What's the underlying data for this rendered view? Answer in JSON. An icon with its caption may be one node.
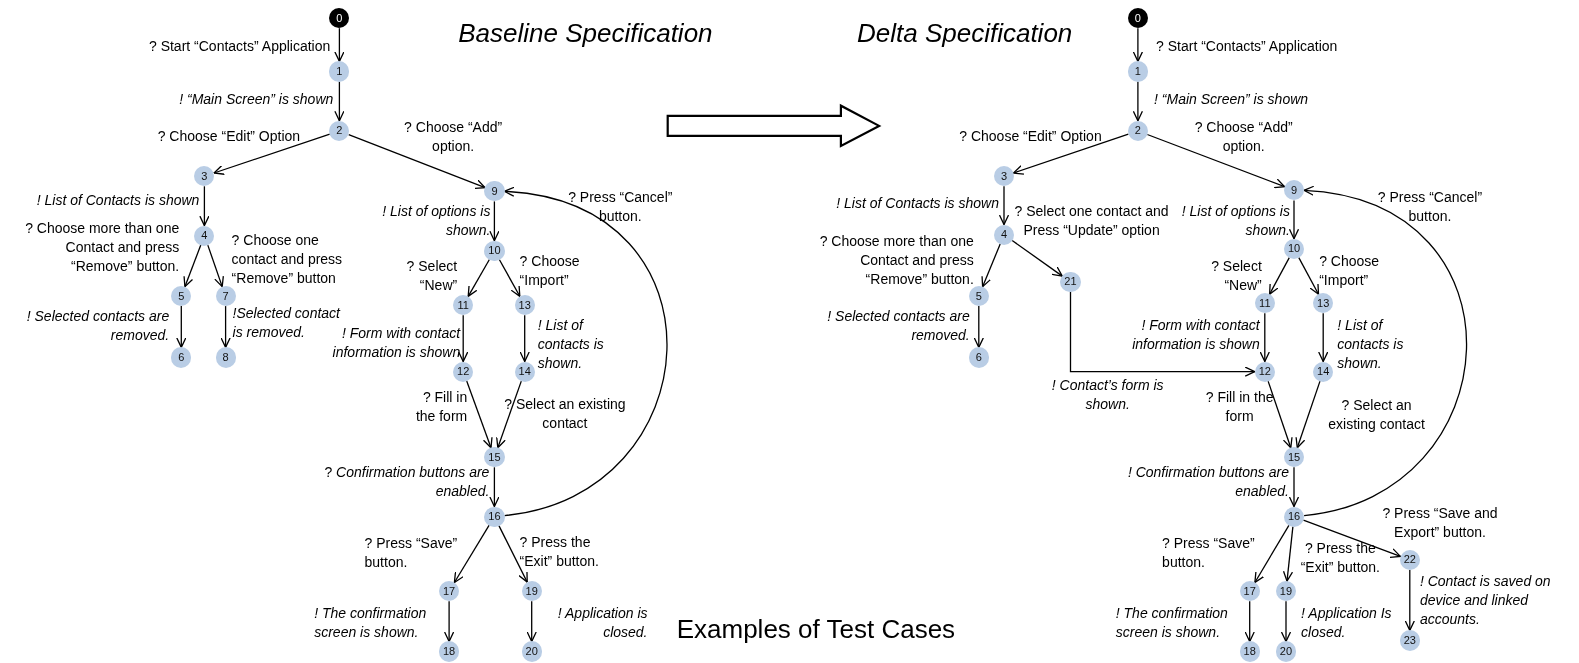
{
  "diagram": {
    "caption": "Examples of Test Cases",
    "nodes": [
      {
        "text": [
          "0"
        ]
      },
      {
        "text": [
          "1"
        ]
      },
      {
        "text": [
          "2"
        ]
      },
      {
        "text": [
          "3"
        ]
      },
      {
        "text": [
          "4"
        ]
      },
      {
        "text": [
          "5"
        ]
      },
      {
        "text": [
          "6"
        ]
      },
      {
        "text": [
          "7"
        ]
      },
      {
        "text": [
          "8"
        ]
      },
      {
        "text": [
          "9"
        ]
      },
      {
        "text": [
          "10"
        ]
      },
      {
        "text": [
          "11"
        ]
      },
      {
        "text": [
          "12"
        ]
      },
      {
        "text": [
          "13"
        ]
      },
      {
        "text": [
          "14"
        ]
      },
      {
        "text": [
          "15"
        ]
      },
      {
        "text": [
          "16"
        ]
      },
      {
        "text": [
          "17"
        ]
      },
      {
        "text": [
          "18"
        ]
      },
      {
        "text": [
          "19"
        ]
      },
      {
        "text": [
          "20"
        ]
      },
      {
        "text": [
          "0"
        ]
      },
      {
        "text": [
          "1"
        ]
      },
      {
        "text": [
          "2"
        ]
      },
      {
        "text": [
          "3"
        ]
      },
      {
        "text": [
          "4"
        ]
      },
      {
        "text": [
          "5"
        ]
      },
      {
        "text": [
          "6"
        ]
      },
      {
        "text": [
          "9"
        ]
      },
      {
        "text": [
          "10"
        ]
      },
      {
        "text": [
          "11"
        ]
      },
      {
        "text": [
          "12"
        ]
      },
      {
        "text": [
          "13"
        ]
      },
      {
        "text": [
          "14"
        ]
      },
      {
        "text": [
          "15"
        ]
      },
      {
        "text": [
          "16"
        ]
      },
      {
        "text": [
          "17"
        ]
      },
      {
        "text": [
          "18"
        ]
      },
      {
        "text": [
          "19"
        ]
      },
      {
        "text": [
          "20"
        ]
      },
      {
        "text": [
          "21"
        ]
      },
      {
        "text": [
          "22"
        ]
      },
      {
        "text": [
          "23"
        ]
      }
    ],
    "edges": [
      {
        "from": 0,
        "to": 1,
        "arrow": "to",
        "label": "? Start “Contacts” Application"
      },
      {
        "from": 1,
        "to": 2,
        "arrow": "to",
        "label": "! “Main Screen” is shown"
      },
      {
        "from": 2,
        "to": 3,
        "arrow": "to",
        "label": "? Choose “Edit” Option"
      },
      {
        "from": 2,
        "to": 9,
        "arrow": "to",
        "label": "? Choose “Add” option."
      },
      {
        "from": 3,
        "to": 4,
        "arrow": "to",
        "label": "! List of Contacts is shown"
      },
      {
        "from": 4,
        "to": 5,
        "arrow": "to",
        "label": "? Choose more than one Contact and press “Remove” button."
      },
      {
        "from": 4,
        "to": 7,
        "arrow": "to",
        "label": "? Choose one contact and press “Remove” button"
      },
      {
        "from": 5,
        "to": 6,
        "arrow": "to",
        "label": "! Selected contacts are removed."
      },
      {
        "from": 7,
        "to": 8,
        "arrow": "to",
        "label": "!Selected contact is removed."
      },
      {
        "from": 9,
        "to": 10,
        "arrow": "to",
        "label": "! List of options is shown."
      },
      {
        "from": 10,
        "to": 11,
        "arrow": "to",
        "label": "? Select “New”"
      },
      {
        "from": 10,
        "to": 13,
        "arrow": "to",
        "label": "? Choose “Import”"
      },
      {
        "from": 11,
        "to": 12,
        "arrow": "to",
        "label": "! Form with contact information is shown"
      },
      {
        "from": 13,
        "to": 14,
        "arrow": "to",
        "label": "! List of contacts is shown."
      },
      {
        "from": 12,
        "to": 15,
        "arrow": "to",
        "label": "? Fill in the form"
      },
      {
        "from": 14,
        "to": 15,
        "arrow": "to",
        "label": "? Select an existing contact"
      },
      {
        "from": 15,
        "to": 16,
        "arrow": "to",
        "label": "? *Confirmation buttons are enabled.*"
      },
      {
        "from": 16,
        "to": 9,
        "arrow": "to",
        "label": "? Press “Cancel” button."
      },
      {
        "from": 16,
        "to": 17,
        "arrow": "to",
        "label": "? Press “Save” button."
      },
      {
        "from": 16,
        "to": 19,
        "arrow": "to",
        "label": "? Press the “Exit” button."
      },
      {
        "from": 17,
        "to": 18,
        "arrow": "to",
        "label": "! The confirmation screen is shown."
      },
      {
        "from": 19,
        "to": 20,
        "arrow": "to",
        "label": "! Application is closed."
      },
      {
        "from": 21,
        "to": 22,
        "arrow": "to",
        "label": "? Start “Contacts” Application"
      },
      {
        "from": 22,
        "to": 23,
        "arrow": "to",
        "label": "! “Main Screen” is shown"
      },
      {
        "from": 23,
        "to": 24,
        "arrow": "to",
        "label": "? Choose “Edit” Option"
      },
      {
        "from": 23,
        "to": 28,
        "arrow": "to",
        "label": "? Choose “Add” option."
      },
      {
        "from": 24,
        "to": 25,
        "arrow": "to",
        "label": "! List of Contacts is shown"
      },
      {
        "from": 25,
        "to": 26,
        "arrow": "to",
        "label": "? Choose more than one Contact and press “Remove” button."
      },
      {
        "from": 25,
        "to": 40,
        "arrow": "to",
        "label": "? Select one contact and Press “Update” option"
      },
      {
        "from": 26,
        "to": 27,
        "arrow": "to",
        "label": "! Selected contacts are removed."
      },
      {
        "from": 40,
        "to": 31,
        "arrow": "to",
        "label": "! Contact’s form is shown."
      },
      {
        "from": 28,
        "to": 29,
        "arrow": "to",
        "label": "! List of options is shown."
      },
      {
        "from": 29,
        "to": 30,
        "arrow": "to",
        "label": "? Select “New”"
      },
      {
        "from": 29,
        "to": 32,
        "arrow": "to",
        "label": "? Choose “Import”"
      },
      {
        "from": 30,
        "to": 31,
        "arrow": "to",
        "label": "! Form with contact information is shown"
      },
      {
        "from": 32,
        "to": 33,
        "arrow": "to",
        "label": "! List of contacts is shown."
      },
      {
        "from": 31,
        "to": 34,
        "arrow": "to",
        "label": "? Fill in the form"
      },
      {
        "from": 33,
        "to": 34,
        "arrow": "to",
        "label": "? Select an existing contact"
      },
      {
        "from": 34,
        "to": 35,
        "arrow": "to",
        "label": "! Confirmation buttons are enabled."
      },
      {
        "from": 35,
        "to": 28,
        "arrow": "to",
        "label": "? Press “Cancel” button."
      },
      {
        "from": 35,
        "to": 36,
        "arrow": "to",
        "label": "? Press “Save” button."
      },
      {
        "from": 35,
        "to": 38,
        "arrow": "to",
        "label": "? Press the “Exit” button."
      },
      {
        "from": 35,
        "to": 41,
        "arrow": "to",
        "label": "? Press “Save and Export” button."
      },
      {
        "from": 36,
        "to": 37,
        "arrow": "to",
        "label": "! The confirmation screen is shown."
      },
      {
        "from": 38,
        "to": 39,
        "arrow": "to",
        "label": "! Application Is closed."
      },
      {
        "from": 41,
        "to": 42,
        "arrow": "to",
        "label": "! Contact is saved on device and linked accounts."
      }
    ],
    "labels": [
      "Baseline Specification",
      "Delta Specification"
    ]
  }
}
